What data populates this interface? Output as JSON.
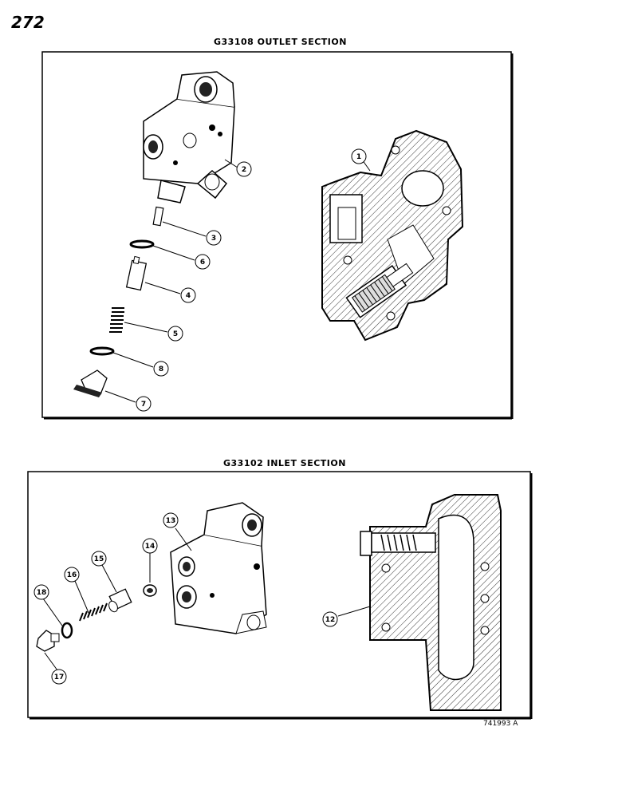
{
  "page_number": "272",
  "outlet": {
    "title": "G33108 OUTLET SECTION",
    "callouts": [
      "1",
      "2",
      "3",
      "4",
      "5",
      "6",
      "7",
      "8"
    ]
  },
  "inlet": {
    "title": "G33102 INLET SECTION",
    "callouts": [
      "12",
      "13",
      "14",
      "15",
      "16",
      "17",
      "18"
    ]
  },
  "figure_code": "741993 A"
}
